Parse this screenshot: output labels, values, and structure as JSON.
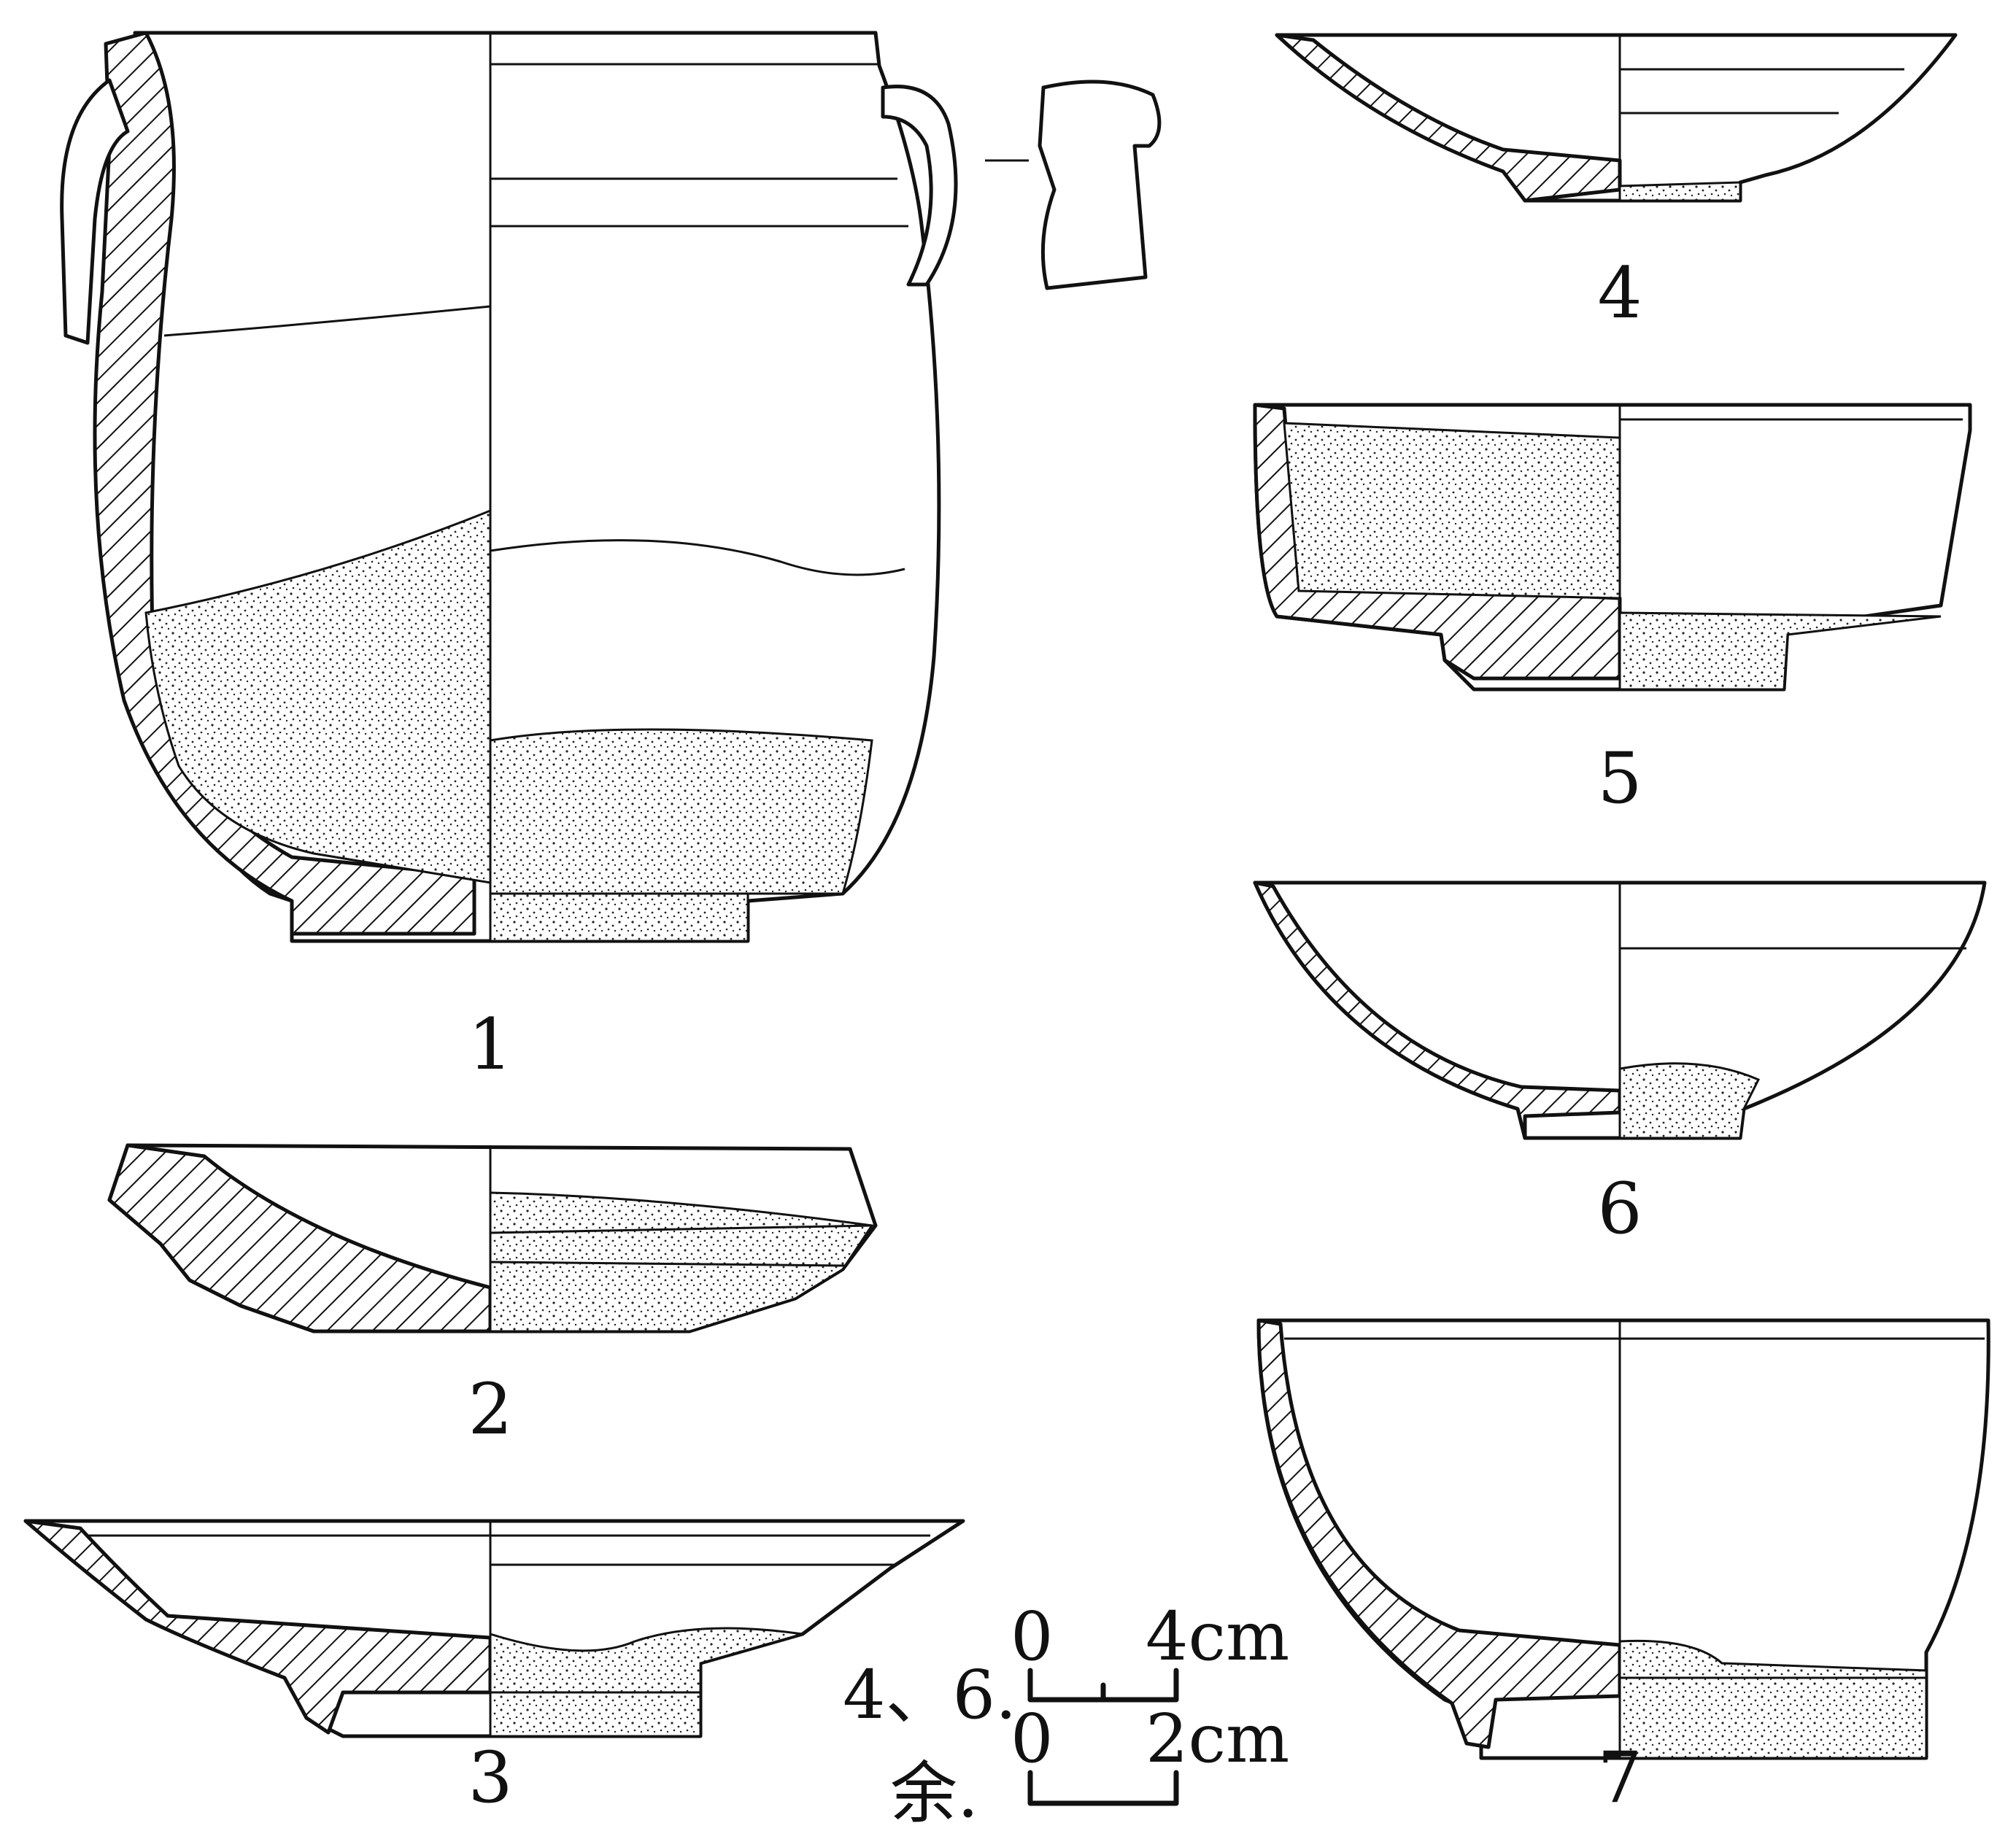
{
  "figure_numbers": [
    "1",
    "2",
    "3",
    "4",
    "5",
    "6",
    "7"
  ],
  "scales": {
    "large": {
      "label": "4、6.",
      "zero": "0",
      "end": "4cm"
    },
    "small": {
      "label": "余.",
      "zero": "0",
      "end": "2cm"
    }
  }
}
